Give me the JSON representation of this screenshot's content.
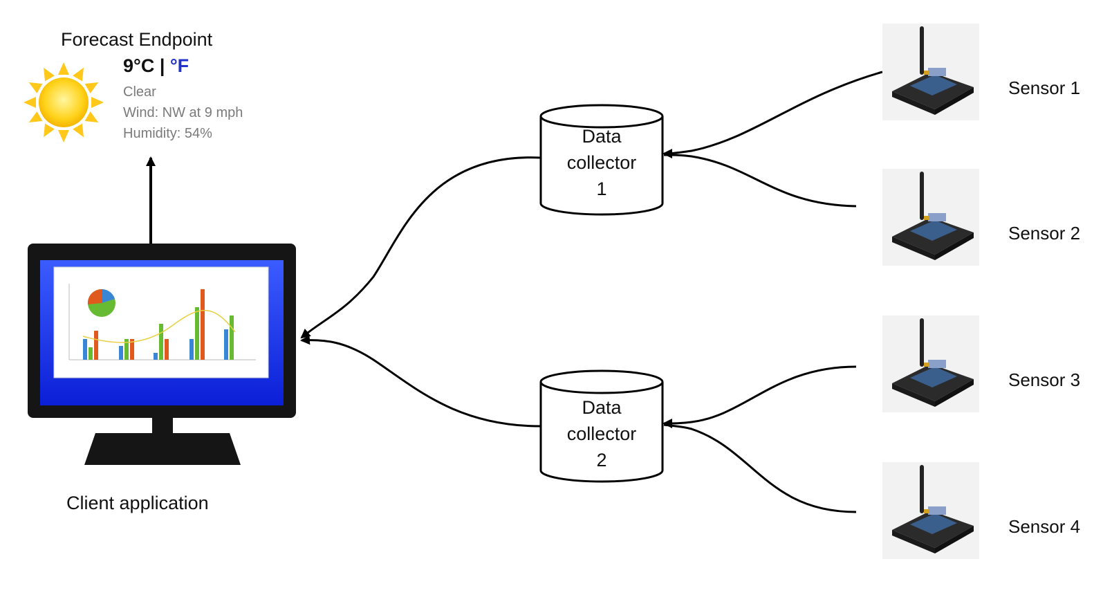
{
  "forecast": {
    "title": "Forecast Endpoint",
    "temp_c": "9°C",
    "separator": " | ",
    "temp_f": "°F",
    "condition": "Clear",
    "wind": "Wind: NW at 9 mph",
    "humidity": "Humidity: 54%",
    "icon": "sun-icon"
  },
  "collectors": [
    {
      "label_1": "Data",
      "label_2": "collector",
      "label_3": "1"
    },
    {
      "label_1": "Data",
      "label_2": "collector",
      "label_3": "2"
    }
  ],
  "sensors": [
    {
      "label": "Sensor 1"
    },
    {
      "label": "Sensor 2"
    },
    {
      "label": "Sensor 3"
    },
    {
      "label": "Sensor 4"
    }
  ],
  "client": {
    "label": "Client application",
    "icon": "monitor-icon"
  },
  "colors": {
    "stroke": "#000000",
    "screen_blue": "#1633e6",
    "sun": "#ffd21a",
    "temp_f": "#2233cc",
    "weather_text": "#7a7a7a"
  }
}
